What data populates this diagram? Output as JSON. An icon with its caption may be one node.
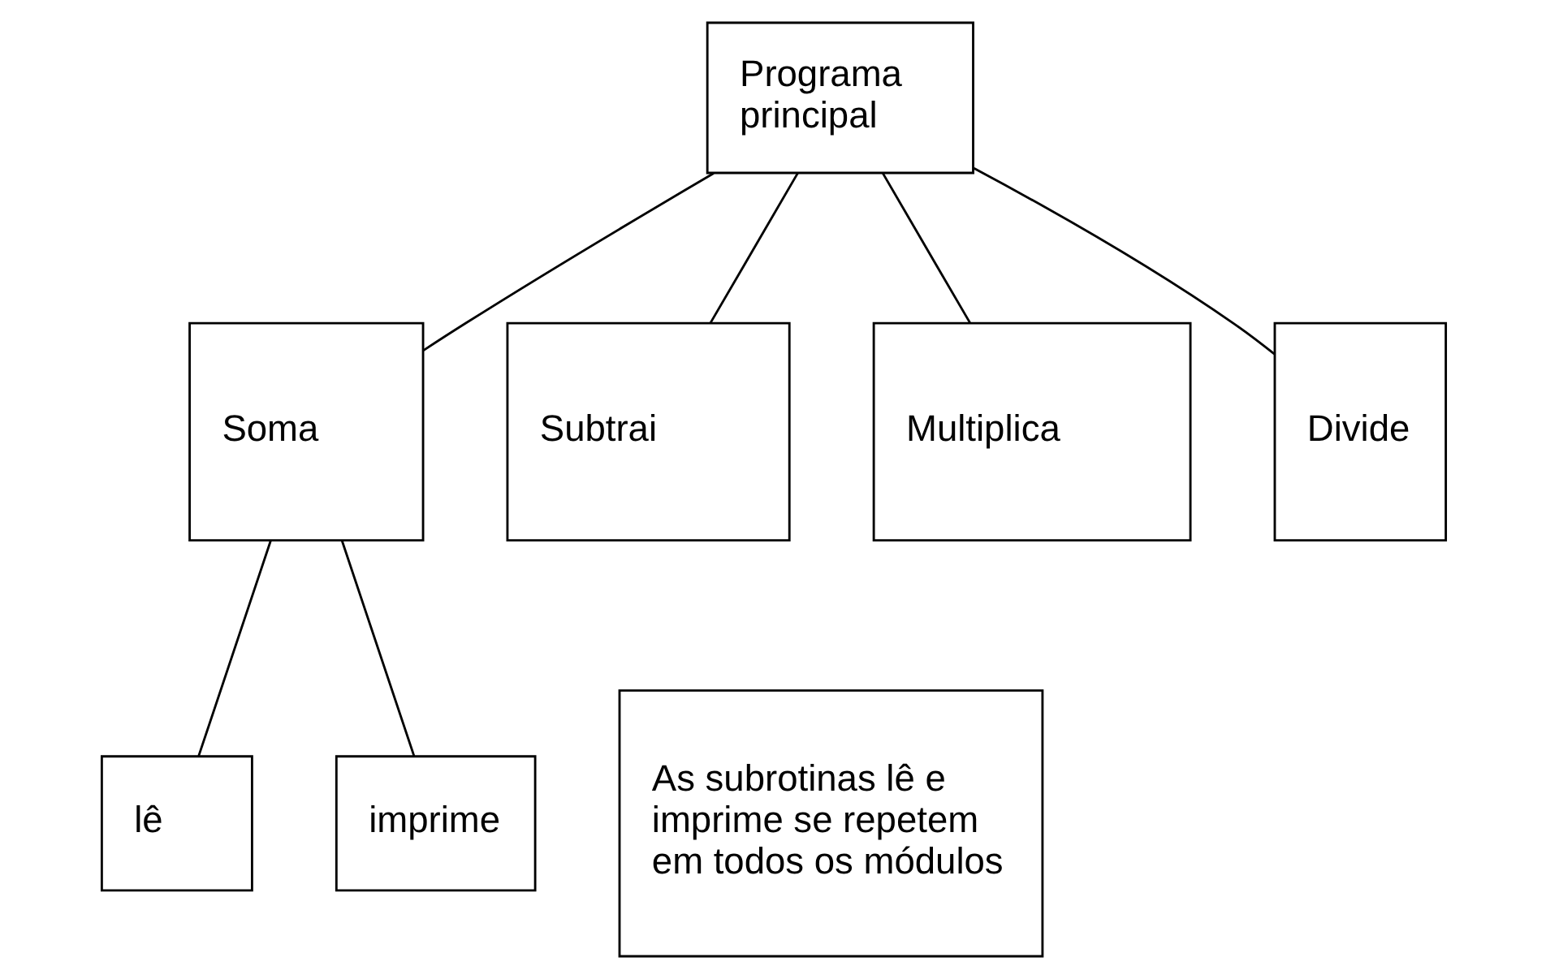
{
  "diagram": {
    "nodes": [
      {
        "text": [
          "Programa principal"
        ]
      },
      {
        "text": [
          "Soma"
        ]
      },
      {
        "text": [
          "Subtrai"
        ]
      },
      {
        "text": [
          "Multiplica"
        ]
      },
      {
        "text": [
          "Divide"
        ]
      },
      {
        "text": [
          "lê"
        ]
      },
      {
        "text": [
          "imprime"
        ]
      },
      {
        "text": [
          "As subrotinas lê e imprime se repetem em todos os módulos"
        ]
      }
    ],
    "edges": [
      {
        "from": 0,
        "to": 1,
        "arrow": "none"
      },
      {
        "from": 0,
        "to": 2,
        "arrow": "none"
      },
      {
        "from": 0,
        "to": 3,
        "arrow": "none"
      },
      {
        "from": 0,
        "to": 4,
        "arrow": "none"
      },
      {
        "from": 1,
        "to": 5,
        "arrow": "none"
      },
      {
        "from": 1,
        "to": 6,
        "arrow": "none"
      }
    ]
  }
}
